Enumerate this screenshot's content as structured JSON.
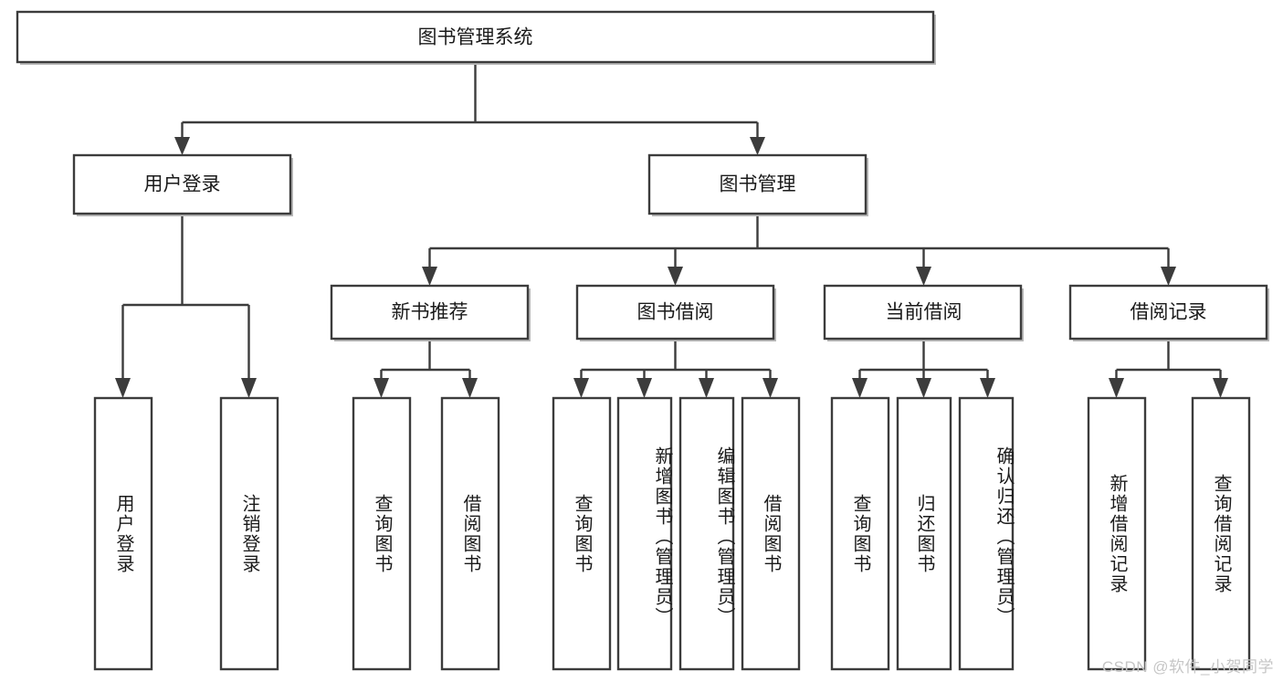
{
  "diagram": {
    "title": "图书管理系统",
    "type": "tree",
    "watermark": "CSDN @软件_小贺同学",
    "colors": {
      "box_stroke": "#3c3c3c",
      "box_fill": "#ffffff",
      "connector": "#3c3c3c",
      "background": "#ffffff",
      "watermark": "#c6c6c6"
    },
    "levels": {
      "root": {
        "label": "图书管理系统"
      },
      "level2": [
        {
          "label": "用户登录"
        },
        {
          "label": "图书管理"
        }
      ],
      "level3": [
        {
          "label": "新书推荐"
        },
        {
          "label": "图书借阅"
        },
        {
          "label": "当前借阅"
        },
        {
          "label": "借阅记录"
        }
      ]
    },
    "leaves": {
      "user_login": [
        {
          "label": "用户登录"
        },
        {
          "label": "注销登录"
        }
      ],
      "new_book_recommend": [
        {
          "label": "查询图书"
        },
        {
          "label": "借阅图书"
        }
      ],
      "book_borrow": [
        {
          "label": "查询图书"
        },
        {
          "label": "新增图书（管理员）"
        },
        {
          "label": "编辑图书（管理员）"
        },
        {
          "label": "借阅图书"
        }
      ],
      "current_borrow": [
        {
          "label": "查询图书"
        },
        {
          "label": "归还图书"
        },
        {
          "label": "确认归还（管理员）"
        }
      ],
      "borrow_record": [
        {
          "label": "新增借阅记录"
        },
        {
          "label": "查询借阅记录"
        }
      ]
    }
  }
}
